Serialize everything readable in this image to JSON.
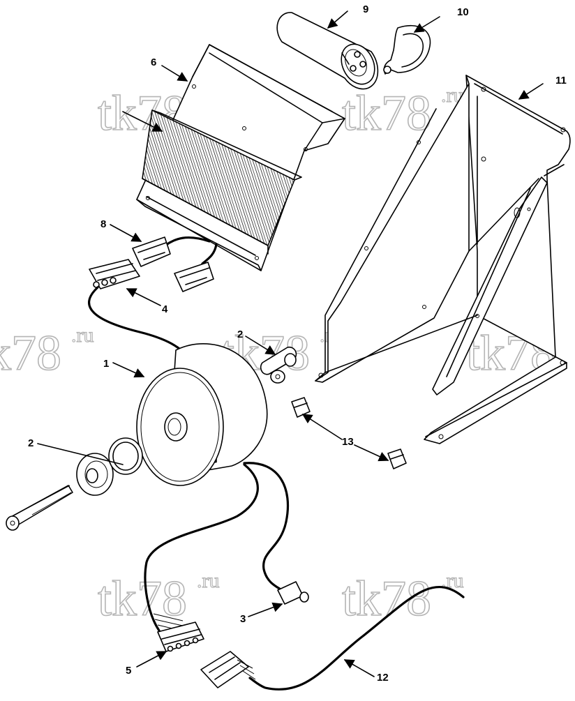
{
  "watermark": {
    "main": "tk78",
    "suffix": ".ru"
  },
  "callouts": [
    {
      "id": "1",
      "label": "1"
    },
    {
      "id": "2a",
      "label": "2"
    },
    {
      "id": "2b",
      "label": "2"
    },
    {
      "id": "3",
      "label": "3"
    },
    {
      "id": "4",
      "label": "4"
    },
    {
      "id": "5",
      "label": "5"
    },
    {
      "id": "6",
      "label": "6"
    },
    {
      "id": "8",
      "label": "8"
    },
    {
      "id": "9",
      "label": "9"
    },
    {
      "id": "10",
      "label": "10"
    },
    {
      "id": "11",
      "label": "11"
    },
    {
      "id": "12",
      "label": "12"
    },
    {
      "id": "13",
      "label": "13"
    }
  ]
}
